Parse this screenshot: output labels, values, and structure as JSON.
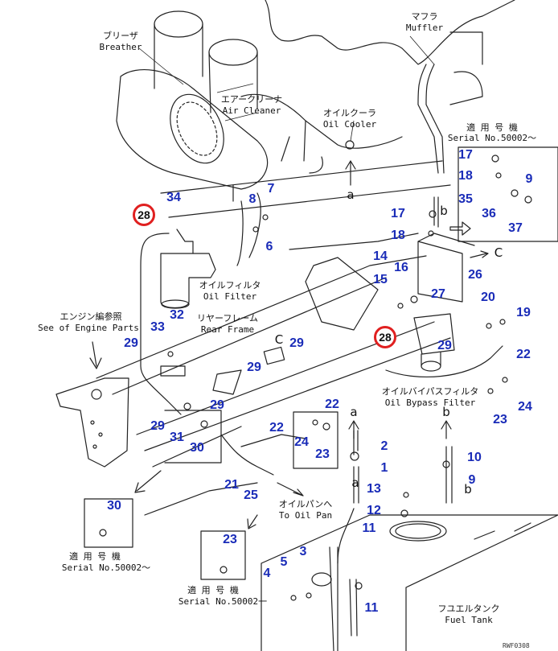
{
  "labels": {
    "breather_jp": "ブリーザ",
    "breather_en": "Breather",
    "muffler_jp": "マフラ",
    "muffler_en": "Muffler",
    "air_cleaner_jp": "エアークリーナ",
    "air_cleaner_en": "Air Cleaner",
    "oil_cooler_jp": "オイルクーラ",
    "oil_cooler_en": "Oil Cooler",
    "serial_top_jp": "適 用 号 機",
    "serial_top_en": "Serial No.50002～",
    "oil_filter_jp": "オイルフィルタ",
    "oil_filter_en": "Oil Filter",
    "engine_parts_jp": "エンジン編参照",
    "engine_parts_en": "See of Engine Parts",
    "rear_frame_jp": "リヤーフレーム",
    "rear_frame_en": "Rear Frame",
    "bypass_jp": "オイルバイパスフィルタ",
    "bypass_en": "Oil Bypass Filter",
    "oil_pan_jp": "オイルパンへ",
    "oil_pan_en": "To Oil Pan",
    "serial_left_jp": "適 用 号 機",
    "serial_left_en": "Serial No.50002～",
    "serial_mid_jp": "適 用 号 機",
    "serial_mid_en": "Serial No.50002一",
    "fuel_tank_jp": "フユエルタンク",
    "fuel_tank_en": "Fuel Tank",
    "drawing_code": "RWF0308"
  },
  "refs": {
    "a": "a",
    "b": "b",
    "c": "C"
  },
  "callouts": {
    "highlight": "28",
    "n17": "17",
    "n18": "18",
    "n35": "35",
    "n36": "36",
    "n9": "9",
    "n37": "37",
    "n34": "34",
    "n8": "8",
    "n7": "7",
    "n6": "6",
    "n14": "14",
    "n16": "16",
    "n15": "15",
    "n26": "26",
    "n27": "27",
    "n20": "20",
    "n19": "19",
    "n32": "32",
    "n33": "33",
    "n29": "29",
    "n22": "22",
    "n24": "24",
    "n23": "23",
    "n31": "31",
    "n30": "30",
    "n21": "21",
    "n25": "25",
    "n2": "2",
    "n1": "1",
    "n10": "10",
    "n13": "13",
    "n12": "12",
    "n11": "11",
    "n3": "3",
    "n4": "4",
    "n5": "5"
  }
}
